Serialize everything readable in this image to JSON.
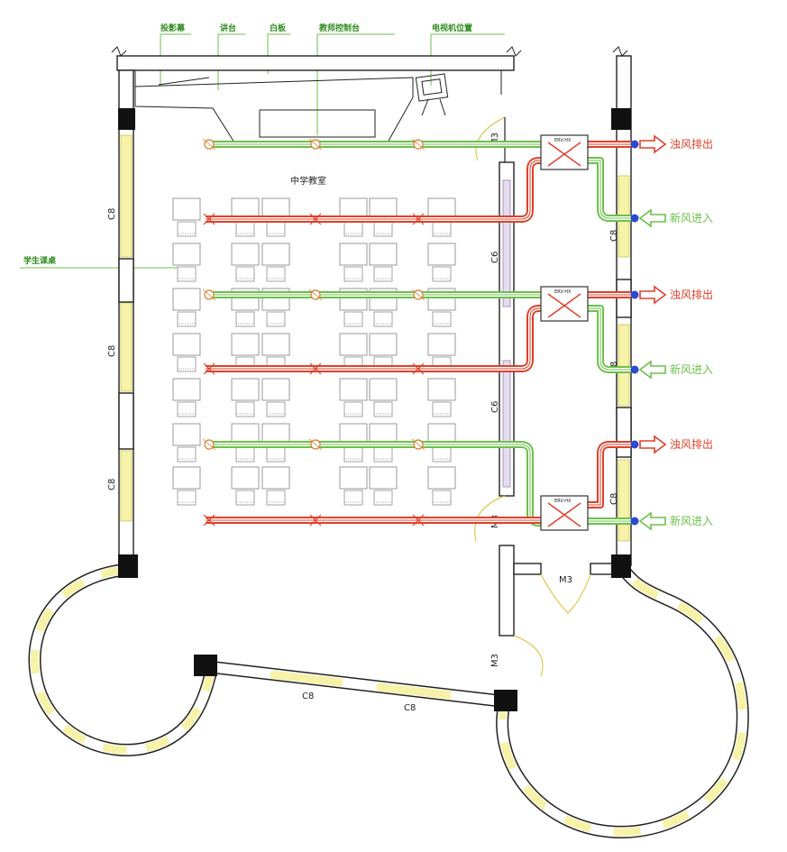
{
  "annotations": {
    "projection_screen": "投影幕",
    "lectern": "讲台",
    "whiteboard": "白板",
    "teaching_console": "教师控制台",
    "tv_position": "电视机位置",
    "student_desks": "学生课桌"
  },
  "room_label": "中学教室",
  "airflow": {
    "exhaust": "浊风排出",
    "fresh_air": "新风进入"
  },
  "unit_label": "ERV-HX",
  "tags": {
    "window": "C8",
    "window_interior": "C6",
    "door": "M3"
  },
  "colors": {
    "exhaust_duct": "#e0402a",
    "fresh_duct": "#6cc04a",
    "window_glazing": "#f6f2a8",
    "annotation": "#2e8b1e"
  }
}
